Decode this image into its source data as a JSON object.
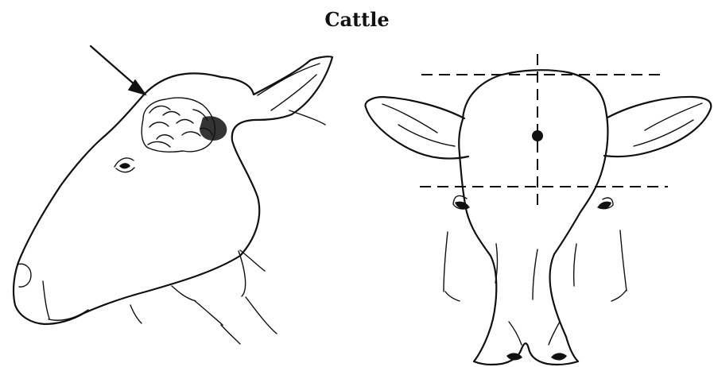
{
  "title": "Cattle",
  "colors": {
    "ink": "#111111",
    "background": "#ffffff"
  },
  "illustrations": {
    "left": "cattle-head-side-view",
    "right": "cattle-head-front-view"
  }
}
